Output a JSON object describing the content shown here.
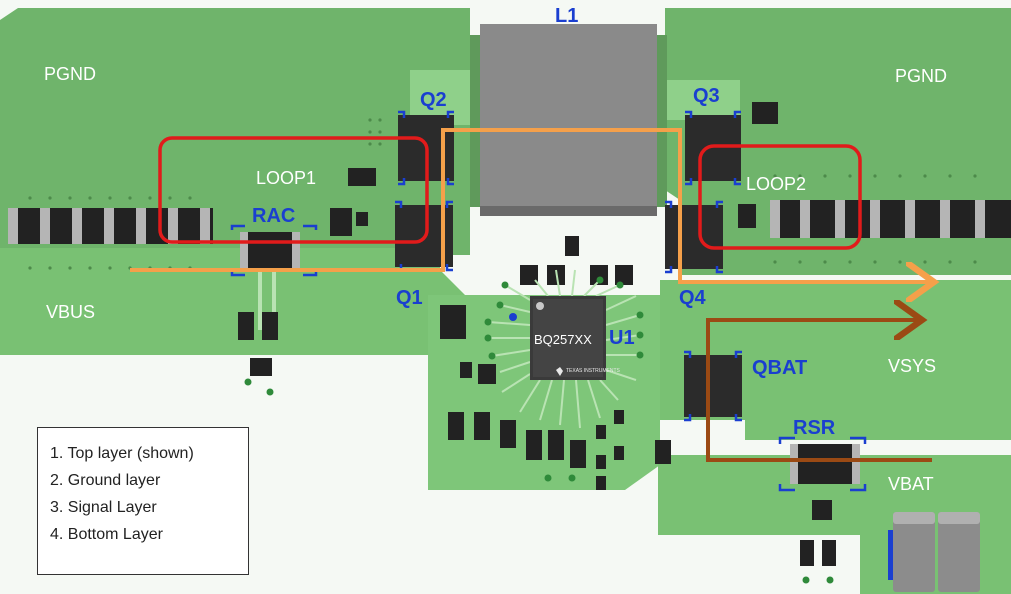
{
  "colors": {
    "board": "#7fbf7a",
    "copper_dark": "#5fa85c",
    "copper_light": "#8acb84",
    "trace_light": "#b9e3b3",
    "component_dark": "#222222",
    "inductor": "#8a8a8a",
    "loop_outline": "#e11b1b",
    "current_path_input": "#f5a04a",
    "current_path_sys": "#9b4a14",
    "label_blue": "#1a3fd0",
    "label_white": "#ffffff"
  },
  "net_labels": {
    "pgnd_left": "PGND",
    "pgnd_right": "PGND",
    "vbus": "VBUS",
    "vsys": "VSYS",
    "vbat": "VBAT"
  },
  "loops": {
    "loop1": "LOOP1",
    "loop2": "LOOP2"
  },
  "components": {
    "l1": "L1",
    "q1": "Q1",
    "q2": "Q2",
    "q3": "Q3",
    "q4": "Q4",
    "qbat": "QBAT",
    "rac": "RAC",
    "rsr": "RSR",
    "u1": "U1"
  },
  "chip": {
    "part_number": "BQ257XX",
    "logo_text": "TEXAS INSTRUMENTS",
    "logo_icon": "texas-instruments-logo"
  },
  "legend": {
    "items": [
      "1. Top layer (shown)",
      "2. Ground layer",
      "3. Signal Layer",
      "4. Bottom Layer"
    ]
  }
}
